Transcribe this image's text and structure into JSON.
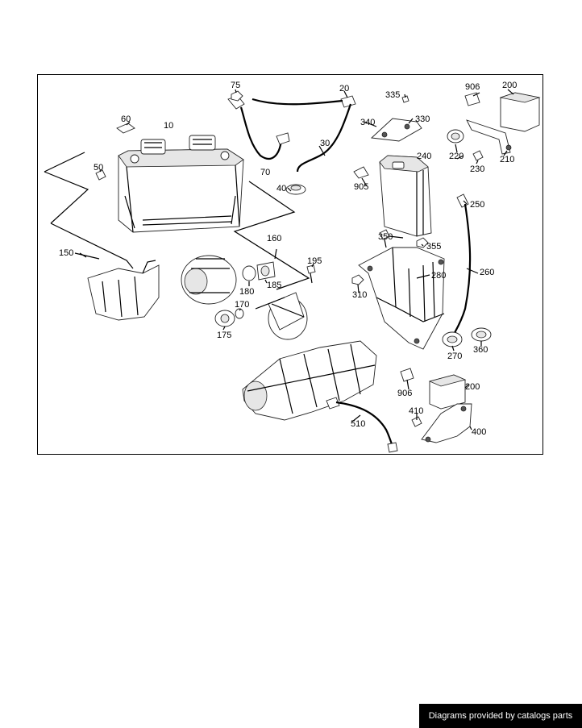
{
  "diagram": {
    "part_numbers": [
      "75",
      "20",
      "335",
      "906",
      "200",
      "60",
      "10",
      "340",
      "330",
      "30",
      "240",
      "220",
      "230",
      "210",
      "50",
      "70",
      "40",
      "905",
      "250",
      "160",
      "350",
      "355",
      "150",
      "195",
      "280",
      "260",
      "180",
      "185",
      "310",
      "170",
      "175",
      "270",
      "360",
      "906",
      "200",
      "410",
      "510",
      "400"
    ]
  },
  "footer": {
    "credit": "Diagrams provided by catalogs parts"
  }
}
